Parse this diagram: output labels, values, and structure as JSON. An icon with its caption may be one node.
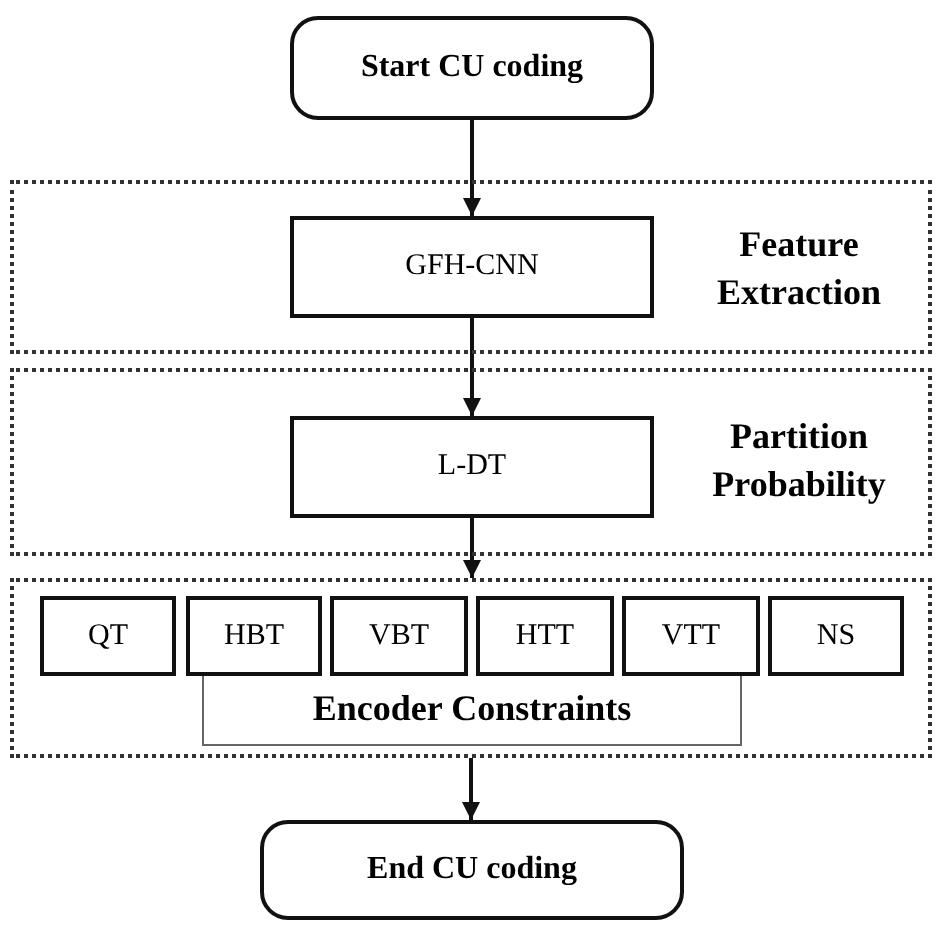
{
  "diagram": {
    "nodes": [
      {
        "text": [
          "Start CU coding"
        ]
      },
      {
        "text": [
          "Feature Extraction"
        ]
      },
      {
        "text": [
          "GFH-CNN"
        ],
        "in": 1
      },
      {
        "text": [
          "Partition Probability"
        ]
      },
      {
        "text": [
          "L-DT"
        ],
        "in": 3
      },
      {
        "text": [],
        "shape": "box"
      },
      {
        "text": [
          "QT"
        ],
        "in": 5
      },
      {
        "text": [
          "HBT"
        ],
        "in": 5
      },
      {
        "text": [
          "VBT"
        ],
        "in": 5
      },
      {
        "text": [
          "HTT"
        ],
        "in": 5
      },
      {
        "text": [
          "VTT"
        ],
        "in": 5
      },
      {
        "text": [
          "NS"
        ],
        "in": 5
      },
      {
        "text": [
          "Encoder Constraints"
        ],
        "in": 5
      },
      {
        "text": [
          "End CU coding"
        ]
      }
    ],
    "edges": [
      {
        "from": 0,
        "to": 2,
        "arrow": "to"
      },
      {
        "from": 2,
        "to": 4,
        "arrow": "to"
      },
      {
        "from": 4,
        "to": 5,
        "arrow": "to"
      },
      {
        "from": 5,
        "to": 13,
        "arrow": "to"
      }
    ]
  }
}
